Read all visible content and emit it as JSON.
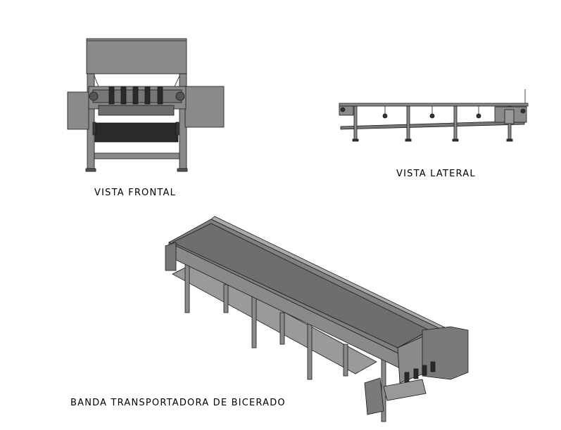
{
  "labels": {
    "front_view": "VISTA FRONTAL",
    "side_view": "VISTA LATERAL",
    "iso_view": "BANDA TRANSPORTADORA DE BICERADO"
  },
  "colors": {
    "metal": "#8a8a8a",
    "metal_dark": "#5a5a5a",
    "belt": "#2a2a2a",
    "line": "#1a1a1a"
  }
}
